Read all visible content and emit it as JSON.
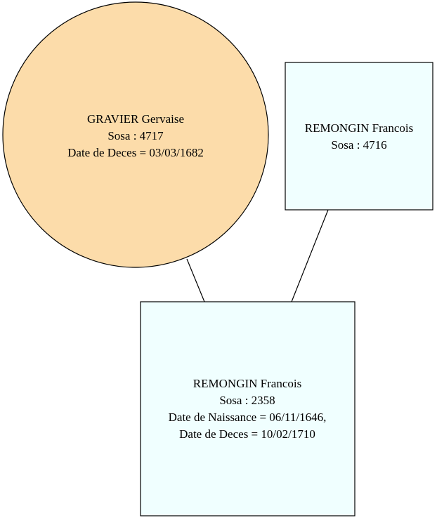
{
  "nodes": {
    "mother": {
      "shape": "circle",
      "fill": "#fcdcaa",
      "lines": [
        "GRAVIER Gervaise",
        "Sosa : 4717",
        "Date de Deces = 03/03/1682"
      ]
    },
    "father": {
      "shape": "box",
      "fill": "#f0ffff",
      "lines": [
        "REMONGIN Francois",
        "Sosa : 4716"
      ]
    },
    "child": {
      "shape": "box",
      "fill": "#f0ffff",
      "lines": [
        "REMONGIN Francois",
        "Sosa : 2358",
        "Date de Naissance = 06/11/1646,",
        "Date de Deces = 10/02/1710"
      ]
    }
  },
  "edges": [
    {
      "from": "mother",
      "to": "child"
    },
    {
      "from": "father",
      "to": "child"
    }
  ]
}
